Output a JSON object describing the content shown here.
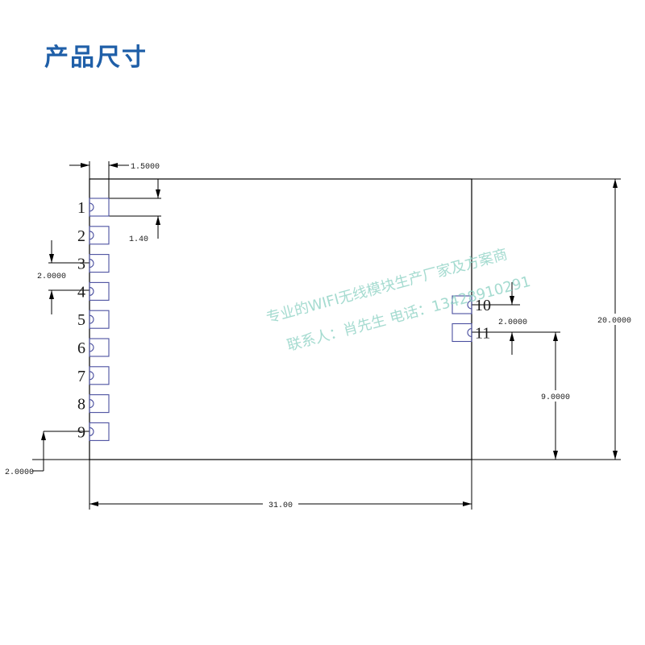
{
  "title": "产品尺寸",
  "pins_left": [
    "1",
    "2",
    "3",
    "4",
    "5",
    "6",
    "7",
    "8",
    "9"
  ],
  "pins_right": [
    "10",
    "11"
  ],
  "dimensions": {
    "pad_width": "1.5000",
    "pad_offset": "1.40",
    "pitch": "2.0000",
    "bottom_offset": "2.0000",
    "width": "31.00",
    "height": "20.0000",
    "right_pitch": "2.0000",
    "right_offset": "9.0000"
  },
  "watermark": {
    "line1": "专业的WIFI无线模块生产厂家及方案商",
    "line2": "联系人：肖先生  电话：13428910291"
  },
  "colors": {
    "title": "#1f5fa8",
    "pad": "#4b50a0",
    "watermark": "#8fd2c4"
  }
}
